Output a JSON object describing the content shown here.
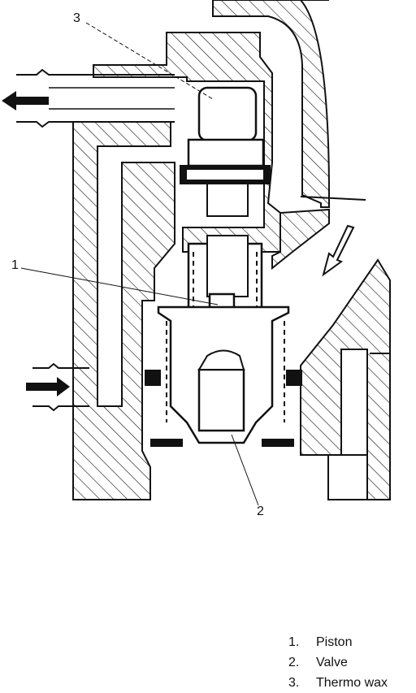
{
  "callouts": {
    "piston": "1",
    "valve": "2",
    "thermo_wax": "3"
  },
  "legend": [
    {
      "number": "1.",
      "label": "Piston"
    },
    {
      "number": "2.",
      "label": "Valve"
    },
    {
      "number": "3.",
      "label": "Thermo wax"
    }
  ],
  "colors": {
    "line": "#111111",
    "background": "#ffffff"
  }
}
